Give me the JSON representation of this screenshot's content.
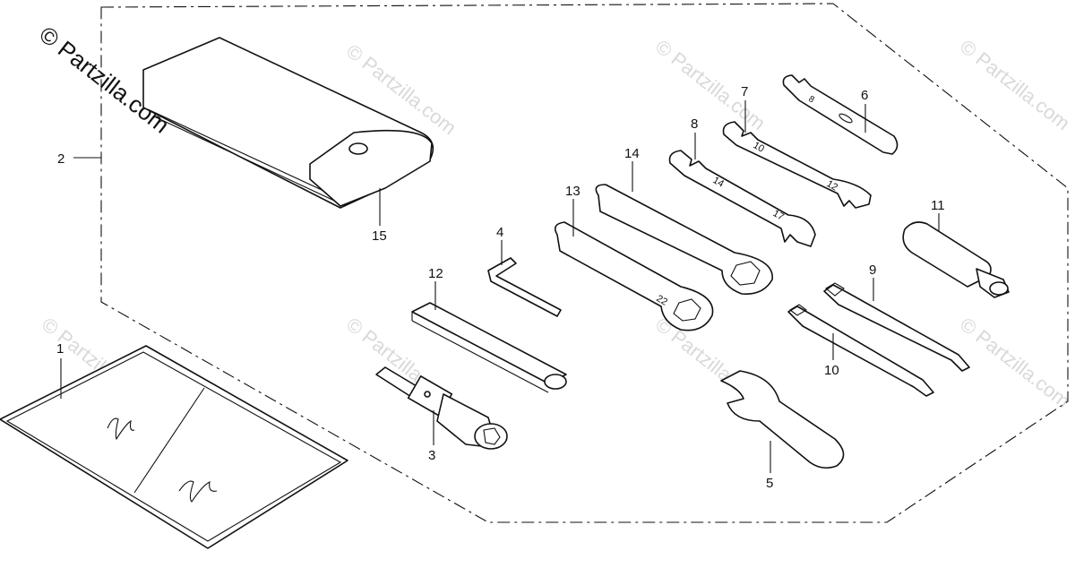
{
  "watermark": {
    "main": "© Partzilla.com",
    "repeat": "© Partzilla.com"
  },
  "callouts": [
    "1",
    "2",
    "3",
    "4",
    "5",
    "6",
    "7",
    "8",
    "9",
    "10",
    "11",
    "12",
    "13",
    "14",
    "15"
  ],
  "wrench_markings": {
    "w6": "8",
    "w7_a": "10",
    "w7_b": "12",
    "w8_a": "14",
    "w8_b": "17",
    "w13": "22"
  }
}
